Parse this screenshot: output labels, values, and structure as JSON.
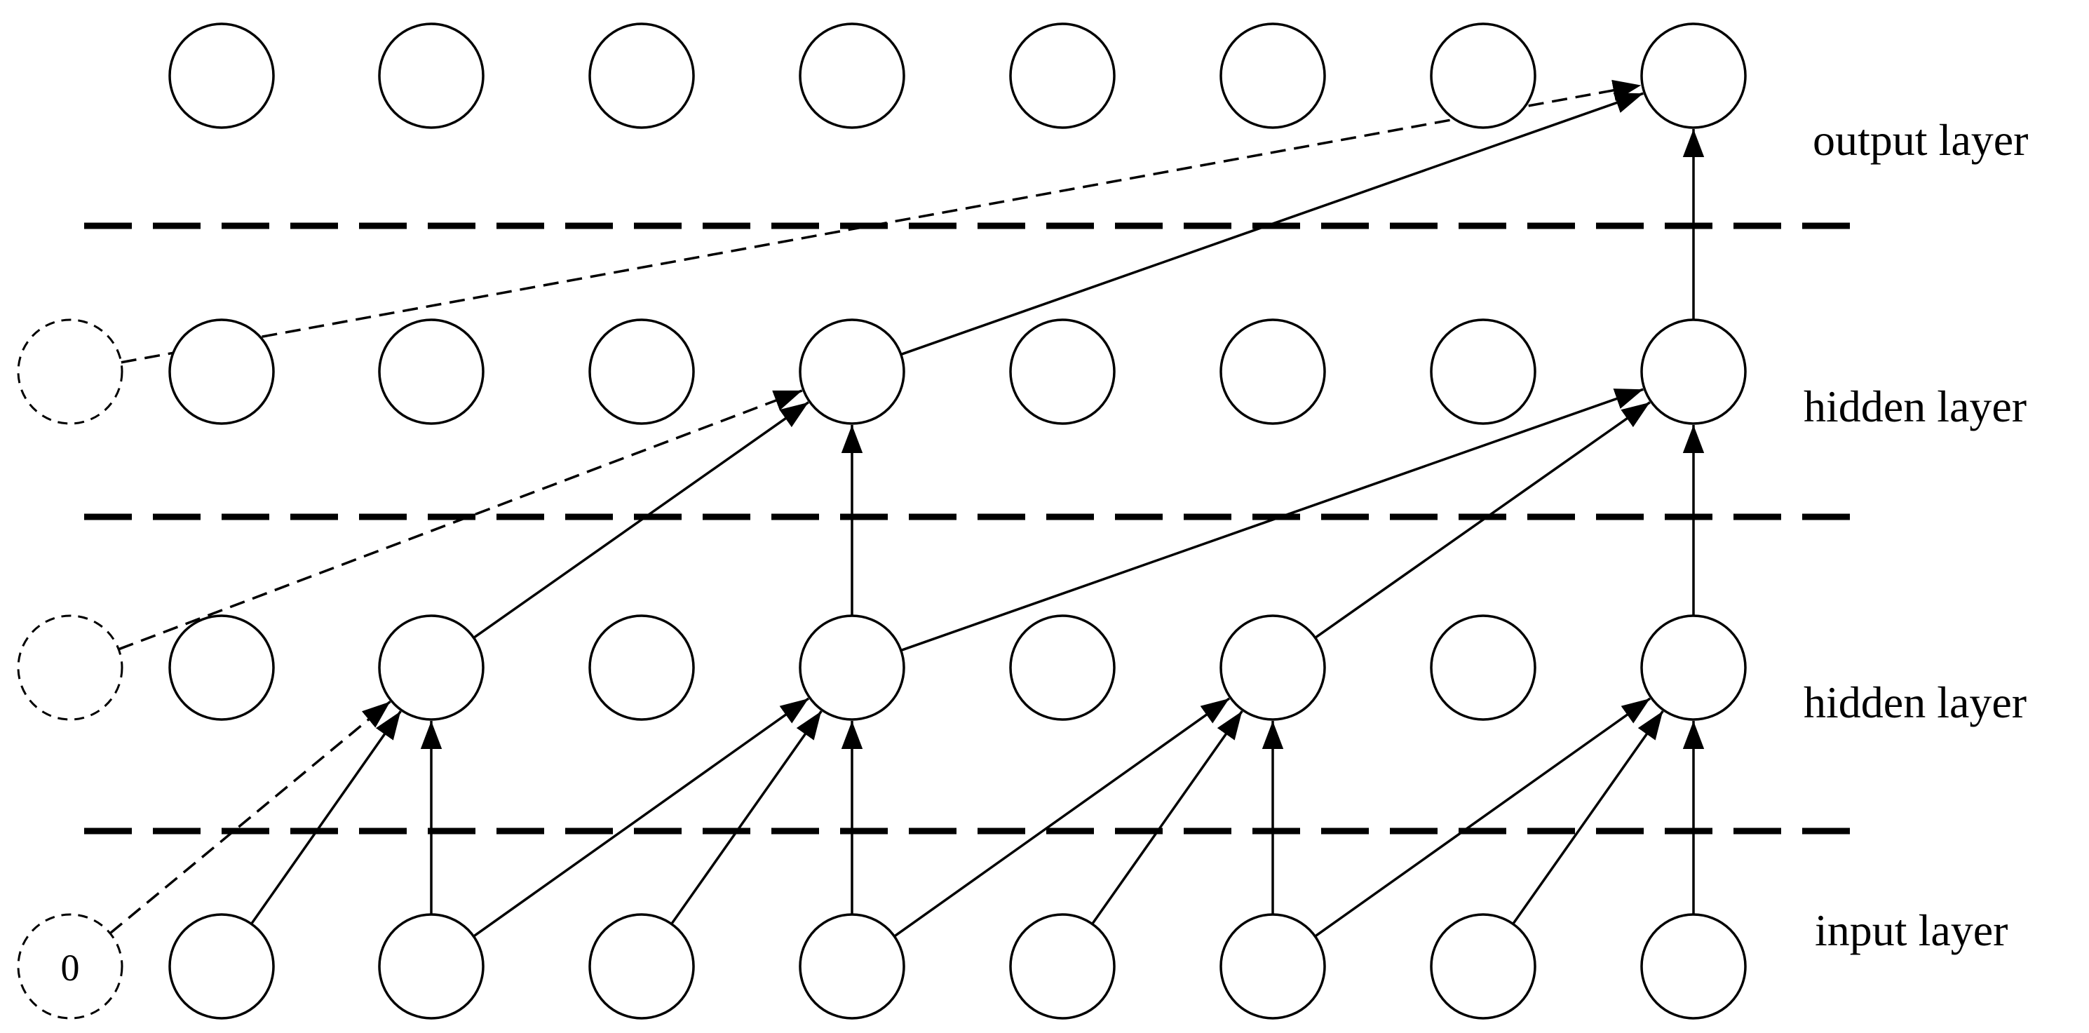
{
  "diagram": {
    "type": "layered-network",
    "columns": 8,
    "layers": [
      {
        "id": "output",
        "label": "output layer"
      },
      {
        "id": "hidden2",
        "label": "hidden layer"
      },
      {
        "id": "hidden1",
        "label": "hidden layer"
      },
      {
        "id": "input",
        "label": "input layer"
      }
    ],
    "padding_nodes": [
      {
        "layer": "input",
        "text": "0"
      },
      {
        "layer": "hidden1",
        "text": ""
      },
      {
        "layer": "hidden2",
        "text": ""
      }
    ],
    "edges": [
      {
        "from": [
          "input",
          0
        ],
        "to": [
          "hidden1",
          1
        ]
      },
      {
        "from": [
          "input",
          1
        ],
        "to": [
          "hidden1",
          1
        ]
      },
      {
        "from": [
          "input",
          1
        ],
        "to": [
          "hidden1",
          3
        ]
      },
      {
        "from": [
          "input",
          2
        ],
        "to": [
          "hidden1",
          3
        ]
      },
      {
        "from": [
          "input",
          3
        ],
        "to": [
          "hidden1",
          3
        ]
      },
      {
        "from": [
          "input",
          3
        ],
        "to": [
          "hidden1",
          5
        ]
      },
      {
        "from": [
          "input",
          4
        ],
        "to": [
          "hidden1",
          5
        ]
      },
      {
        "from": [
          "input",
          5
        ],
        "to": [
          "hidden1",
          5
        ]
      },
      {
        "from": [
          "input",
          5
        ],
        "to": [
          "hidden1",
          7
        ]
      },
      {
        "from": [
          "input",
          6
        ],
        "to": [
          "hidden1",
          7
        ]
      },
      {
        "from": [
          "input",
          7
        ],
        "to": [
          "hidden1",
          7
        ]
      },
      {
        "from": [
          "hidden1",
          1
        ],
        "to": [
          "hidden2",
          3
        ]
      },
      {
        "from": [
          "hidden1",
          3
        ],
        "to": [
          "hidden2",
          3
        ]
      },
      {
        "from": [
          "hidden1",
          3
        ],
        "to": [
          "hidden2",
          7
        ]
      },
      {
        "from": [
          "hidden1",
          5
        ],
        "to": [
          "hidden2",
          7
        ]
      },
      {
        "from": [
          "hidden1",
          7
        ],
        "to": [
          "hidden2",
          7
        ]
      },
      {
        "from": [
          "hidden2",
          3
        ],
        "to": [
          "output",
          7
        ]
      },
      {
        "from": [
          "hidden2",
          7
        ],
        "to": [
          "output",
          7
        ]
      }
    ],
    "padding_edges": [
      {
        "from": [
          "input",
          "pad"
        ],
        "to": [
          "hidden1",
          1
        ]
      },
      {
        "from": [
          "hidden1",
          "pad"
        ],
        "to": [
          "hidden2",
          3
        ]
      },
      {
        "from": [
          "hidden2",
          "pad"
        ],
        "to": [
          "output",
          7
        ]
      }
    ]
  }
}
